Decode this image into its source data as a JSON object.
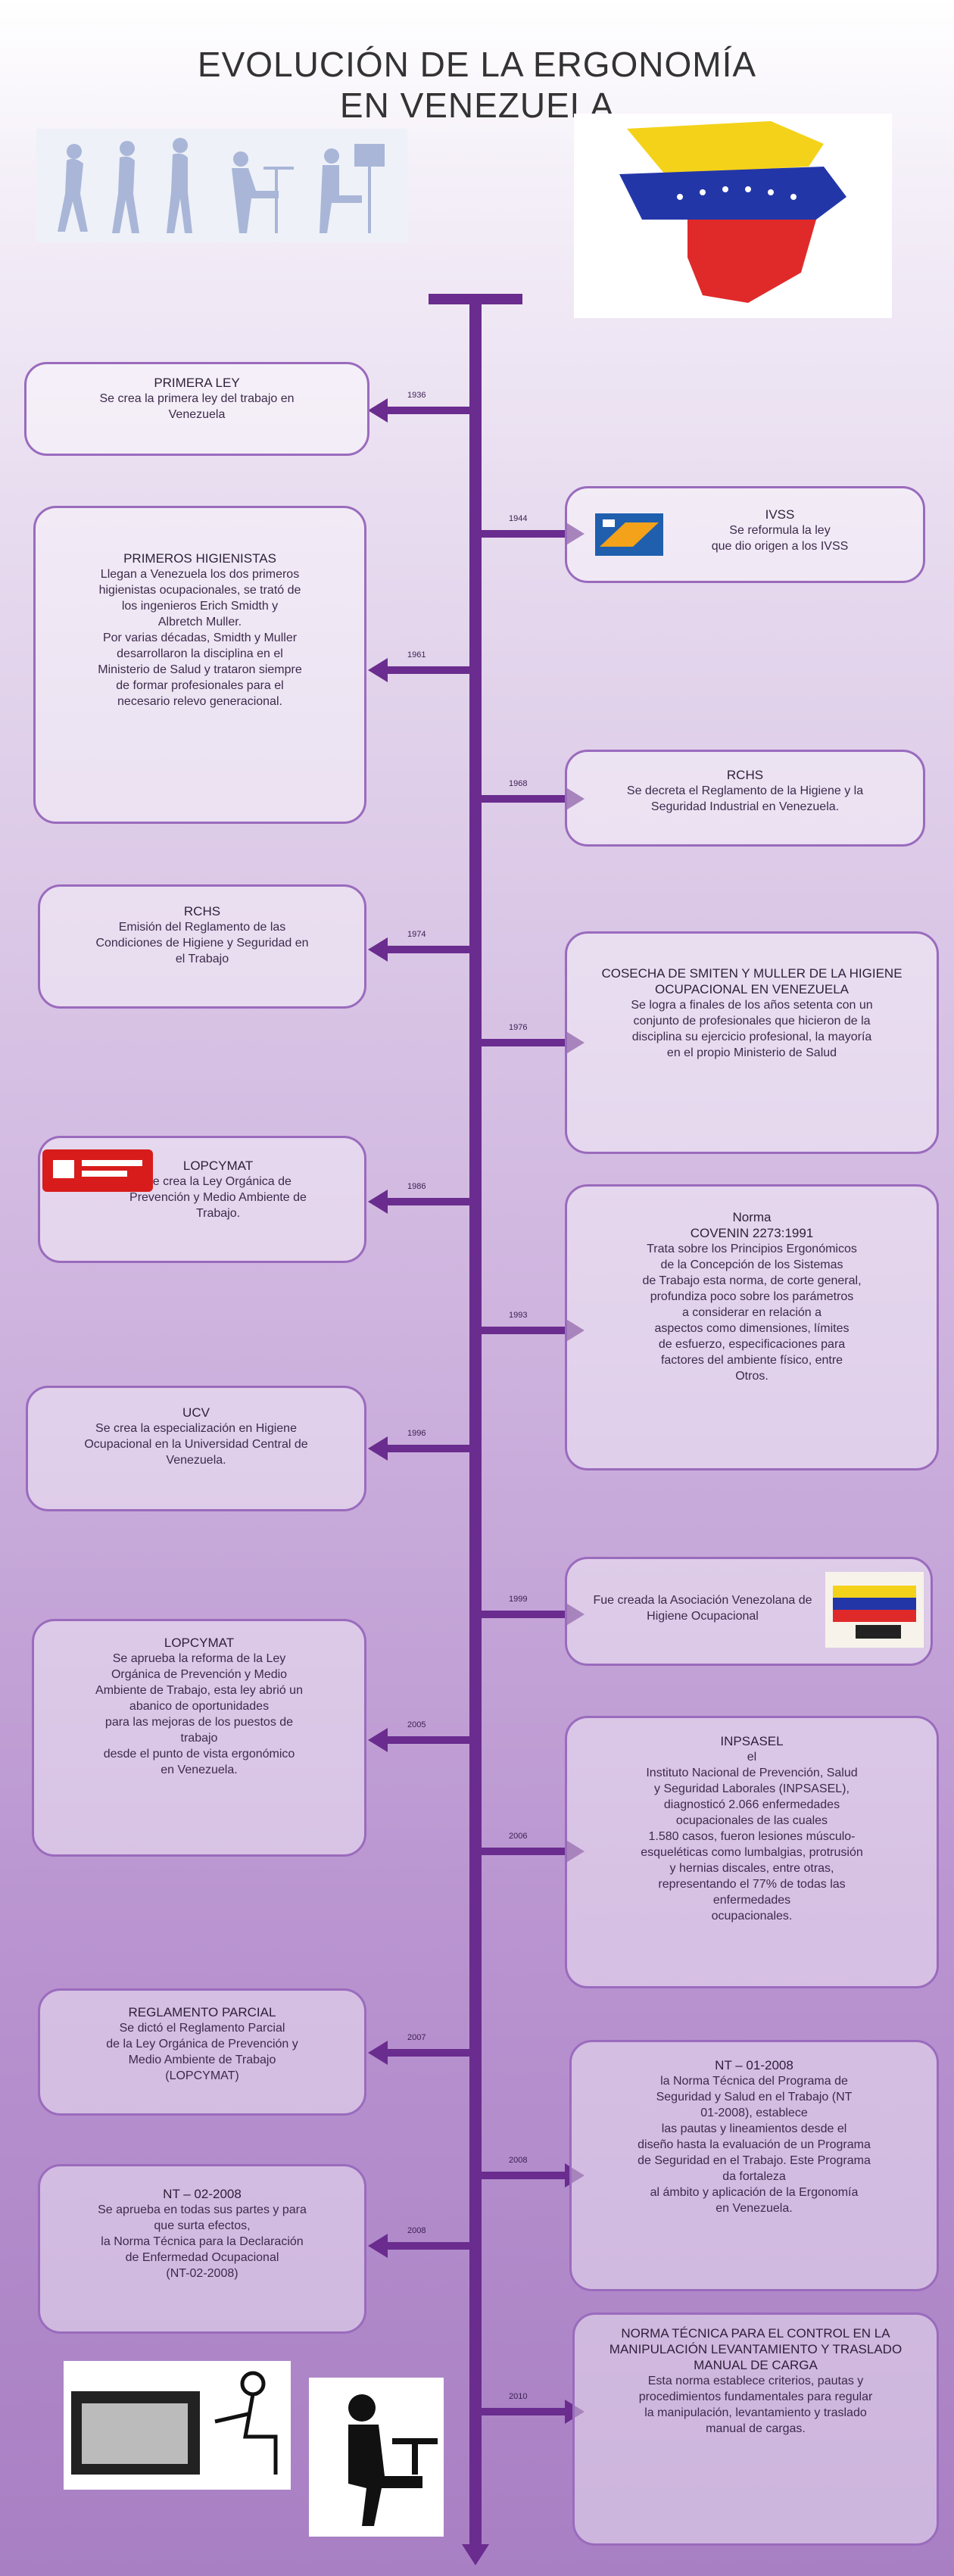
{
  "title": {
    "line1": "EVOLUCIÓN DE LA ERGONOMÍA",
    "line2": "EN VENEZUELA"
  },
  "colors": {
    "spine": "#6a2c8e",
    "border": "#9a6bbd",
    "flag_yellow": "#f4d21a",
    "flag_blue": "#2336a8",
    "flag_red": "#e02a2a"
  },
  "icons": [
    "ergonomics-evolution-image",
    "venezuela-map-image",
    "ivss-logo",
    "lopcymat-logo",
    "association-logo",
    "worker-sitting-image",
    "person-desk-image"
  ],
  "years": [
    "1936",
    "1944",
    "1961",
    "1968",
    "1974",
    "1976",
    "1986",
    "1993",
    "1996",
    "1999",
    "2005",
    "2006",
    "2007",
    "2008",
    "2008",
    "2010"
  ],
  "events": [
    {
      "heading": "PRIMERA LEY",
      "text": "Se crea la primera ley del trabajo en\nVenezuela"
    },
    {
      "heading": "IVSS",
      "text": "Se reformula la ley\nque dio origen a los IVSS"
    },
    {
      "heading": "PRIMEROS HIGIENISTAS",
      "text": "Llegan a Venezuela los dos primeros\nhigienistas ocupacionales, se trató de\nlos ingenieros Erich Smidth y\nAlbretch Muller.\nPor varias décadas, Smidth y Muller\ndesarrollaron la disciplina en el\nMinisterio de Salud y trataron siempre\nde formar profesionales para el\nnecesario relevo generacional."
    },
    {
      "heading": "RCHS",
      "text": "Se decreta el Reglamento de la Higiene y la\nSeguridad Industrial en Venezuela."
    },
    {
      "heading": "RCHS",
      "text": "Emisión del Reglamento de las\nCondiciones de Higiene y Seguridad en\nel Trabajo"
    },
    {
      "heading": "COSECHA DE SMITEN Y MULLER DE LA HIGIENE OCUPACIONAL EN VENEZUELA",
      "text": "Se logra a finales de los años setenta con un\nconjunto de profesionales que hicieron de la\ndisciplina su ejercicio profesional, la mayoría\nen el propio Ministerio de Salud"
    },
    {
      "heading": "LOPCYMAT",
      "text": "Se crea la Ley Orgánica de\nPrevención y Medio Ambiente de\nTrabajo."
    },
    {
      "heading": "Norma\nCOVENIN 2273:1991",
      "text": "Trata sobre los Principios Ergonómicos\nde la Concepción de los Sistemas\nde Trabajo esta norma, de corte general,\nprofundiza poco sobre los parámetros\na considerar en relación a\naspectos como dimensiones, límites\nde esfuerzo, especificaciones para\nfactores del ambiente físico, entre\nOtros."
    },
    {
      "heading": "UCV",
      "text": "Se crea la especialización en Higiene\nOcupacional en la Universidad Central de\nVenezuela."
    },
    {
      "heading": "",
      "text": "Fue creada la Asociación Venezolana de\nHigiene Ocupacional"
    },
    {
      "heading": "LOPCYMAT",
      "text": "Se aprueba la reforma de la Ley\nOrgánica de Prevención y Medio\nAmbiente de Trabajo, esta ley abrió un\nabanico de oportunidades\npara las mejoras de los puestos de\ntrabajo\ndesde el punto de vista ergonómico\nen Venezuela."
    },
    {
      "heading": "INPSASEL",
      "text": "el\nInstituto Nacional de Prevención, Salud\ny Seguridad Laborales (INPSASEL),\ndiagnosticó 2.066 enfermedades\nocupacionales de las cuales\n1.580 casos, fueron lesiones músculo-\nesqueléticas como lumbalgias, protrusión\ny hernias discales, entre otras,\nrepresentando el 77% de todas las\nenfermedades\nocupacionales."
    },
    {
      "heading": "REGLAMENTO PARCIAL",
      "text": "Se dictó el Reglamento Parcial\nde la Ley Orgánica de Prevención y\nMedio Ambiente de Trabajo\n(LOPCYMAT)"
    },
    {
      "heading": "NT – 01-2008",
      "text": "la Norma Técnica del Programa de\nSeguridad y Salud en el Trabajo (NT\n01-2008), establece\nlas pautas y lineamientos desde el\ndiseño hasta la evaluación de un Programa\nde Seguridad en el Trabajo. Este Programa\nda fortaleza\nal ámbito y aplicación de la Ergonomía\nen Venezuela."
    },
    {
      "heading": "NT – 02-2008",
      "text": "Se aprueba en todas sus partes y para\nque surta efectos,\nla Norma Técnica para la Declaración\nde Enfermedad Ocupacional\n(NT-02-2008)"
    },
    {
      "heading": "NORMA TÉCNICA PARA EL CONTROL EN LA MANIPULACIÓN LEVANTAMIENTO Y TRASLADO MANUAL DE CARGA",
      "text": "Esta norma establece criterios, pautas y\nprocedimientos fundamentales para regular\nla manipulación, levantamiento y traslado\nmanual de cargas."
    }
  ]
}
